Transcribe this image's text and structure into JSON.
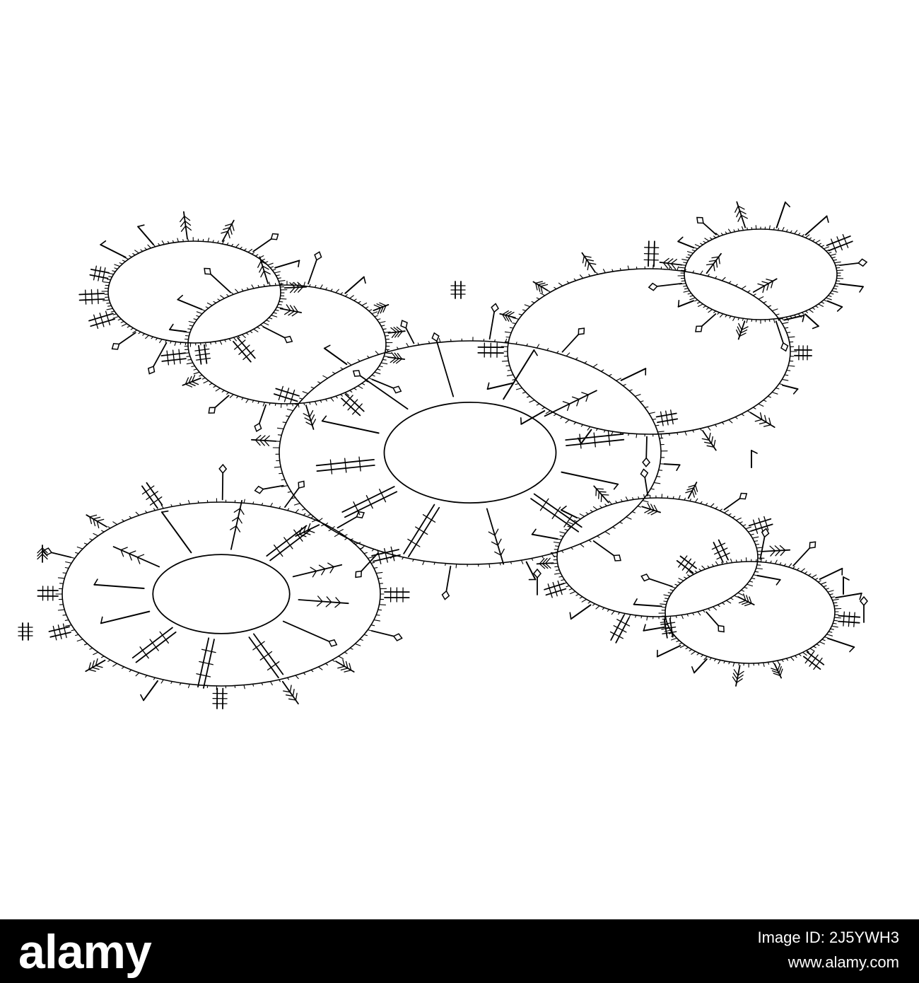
{
  "artwork": {
    "subject": "magic-rune-compass-circles",
    "ink_color": "#000000",
    "background_color": "#ffffff"
  },
  "footer": {
    "background_color": "#000000",
    "text_color": "#ffffff",
    "brand": "alamy",
    "image_id_line": "Image ID: 2J5YWH3",
    "site": "www.alamy.com"
  }
}
